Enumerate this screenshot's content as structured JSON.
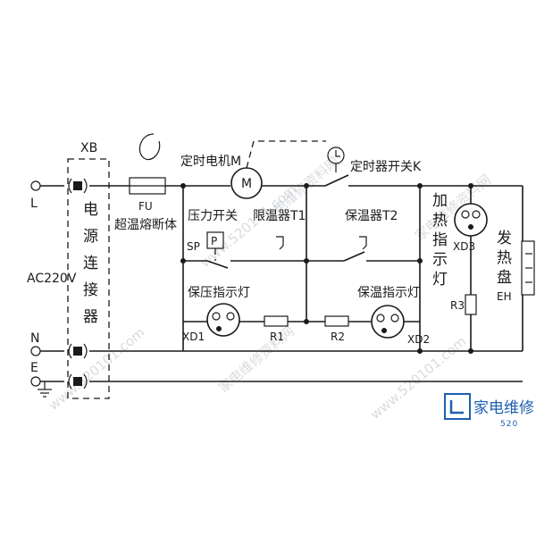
{
  "terminals": {
    "L": "L",
    "N": "N",
    "E": "E"
  },
  "supply": "AC220V",
  "connector": {
    "ref": "XB",
    "name_chars": [
      "电",
      "源",
      "连",
      "接",
      "器"
    ]
  },
  "fuse": {
    "ref": "FU",
    "name": "超温熔断体"
  },
  "motor": {
    "name": "定时电机M",
    "symbol": "M"
  },
  "timer_switch": {
    "name": "定时器开关K"
  },
  "pressure_switch": {
    "name": "压力开关",
    "ref": "SP",
    "symbol": "P"
  },
  "limiter": {
    "name": "限温器T1"
  },
  "keep_warm": {
    "name": "保温器T2"
  },
  "lamp_pressure": {
    "name": "保压指示灯",
    "ref": "XD1"
  },
  "lamp_warm": {
    "name": "保温指示灯",
    "ref": "XD2"
  },
  "lamp_heat": {
    "name_chars": [
      "加",
      "热",
      "指",
      "示",
      "灯"
    ],
    "ref": "XD3"
  },
  "resistors": {
    "r1": "R1",
    "r2": "R2",
    "r3": "R3"
  },
  "heater": {
    "name_chars": [
      "发",
      "热",
      "盘"
    ],
    "ref": "EH"
  },
  "watermark": {
    "text": "家电维修资料网",
    "url": "www.520101.com"
  },
  "logo": {
    "text": "家电维修",
    "url": "520"
  }
}
